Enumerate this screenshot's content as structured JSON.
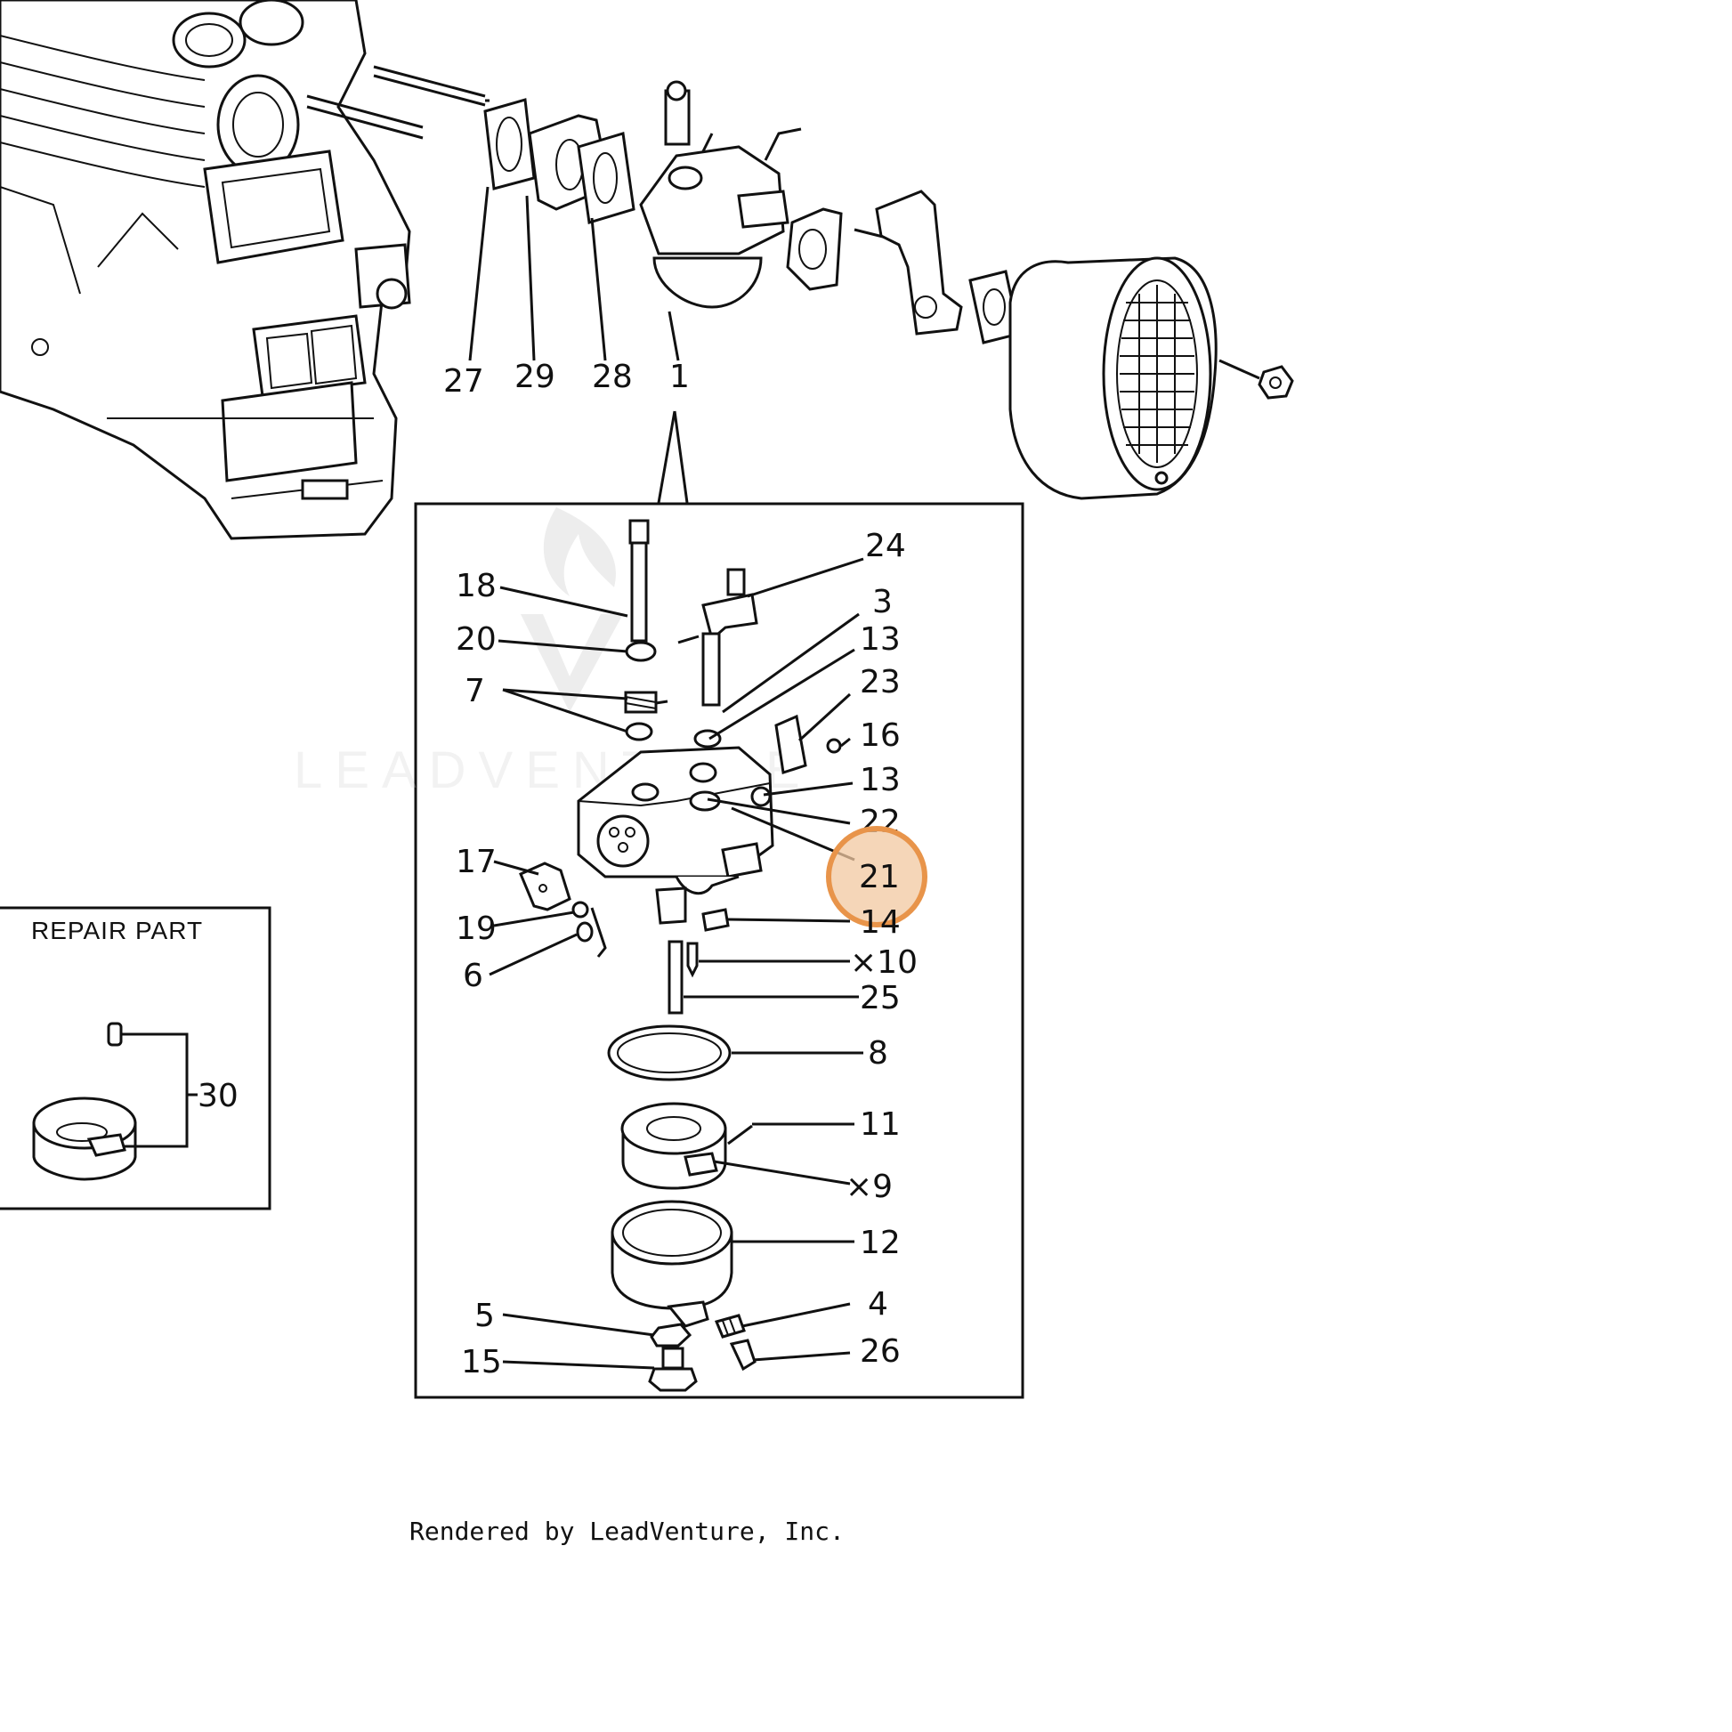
{
  "diagram": {
    "top_callouts": [
      "27",
      "29",
      "28",
      "1"
    ],
    "box_callouts_left": [
      "18",
      "20",
      "7",
      "17",
      "19",
      "6",
      "5",
      "15"
    ],
    "box_callouts_right": [
      "24",
      "3",
      "13",
      "23",
      "16",
      "13",
      "22",
      "21",
      "14",
      "×10",
      "25",
      "8",
      "11",
      "×9",
      "12",
      "4",
      "26"
    ],
    "repair_part": {
      "title": "REPAIR PART",
      "callout": "30"
    },
    "highlight": {
      "callout": "21",
      "color": "#e8944a"
    },
    "watermark": "LEADVENTURE",
    "footer": "Rendered by LeadVenture, Inc."
  }
}
